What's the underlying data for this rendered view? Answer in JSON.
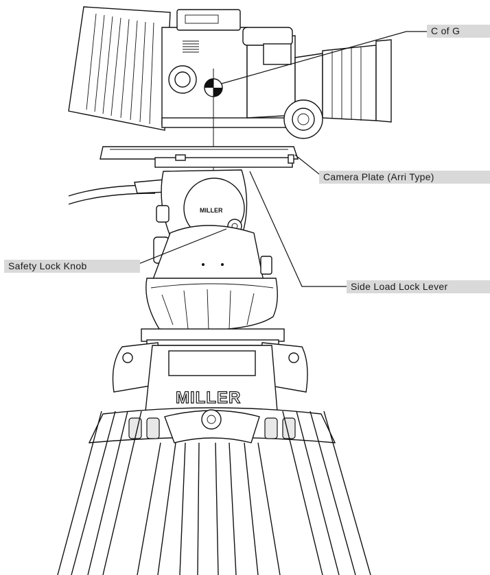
{
  "callouts": {
    "center_of_gravity": "C of G",
    "camera_plate": "Camera Plate (Arri Type)",
    "safety_lock_knob": "Safety Lock Knob",
    "side_load_lock_lever": "Side Load Lock Lever"
  },
  "branding": {
    "head_logo": "MILLER",
    "spreader_logo": "MILLER"
  },
  "colors": {
    "callout_background": "#d9d9d9",
    "line_art": "#111111",
    "background": "#ffffff"
  }
}
